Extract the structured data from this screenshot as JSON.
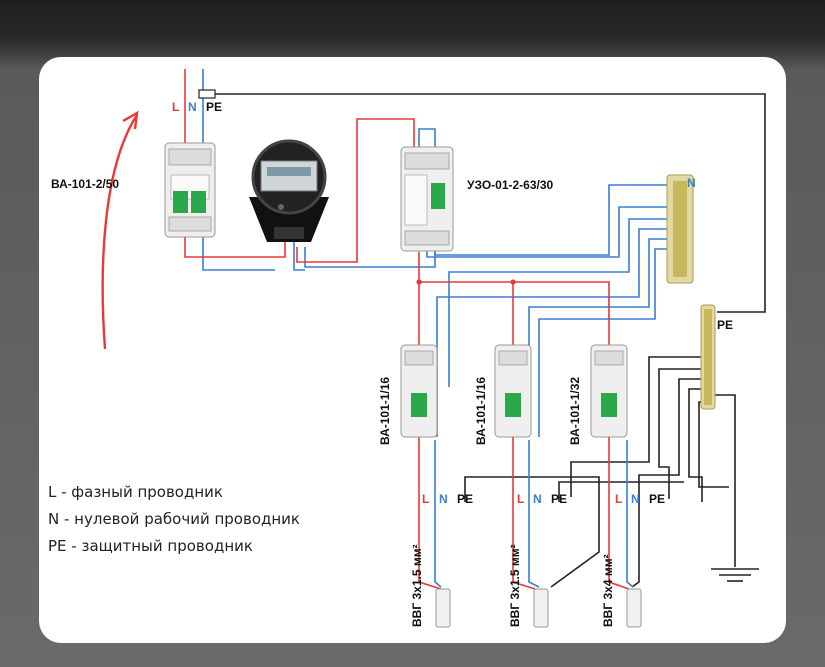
{
  "labels": {
    "main_breaker": "ВА-101-2/50",
    "rcd": "УЗО-01-2-63/30",
    "breaker_1": "ВА-101-1/16",
    "breaker_2": "ВА-101-1/16",
    "breaker_3": "ВА-101-1/32",
    "cable_1": "ВВГ 3х1.5 мм²",
    "cable_2": "ВВГ 3х1.5 мм²",
    "cable_3": "ВВГ 3х4 мм²",
    "bus_n": "N",
    "bus_pe": "PE",
    "input_l": "L",
    "input_n": "N",
    "input_pe": "PE",
    "out_l": "L",
    "out_n": "N",
    "out_pe": "PE"
  },
  "legend": {
    "l": "L - фазный проводник",
    "n": "N - нулевой рабочий проводник",
    "pe": "PE - защитный проводник"
  },
  "colors": {
    "phase": "#e8383a",
    "neutral": "#3a7fd0",
    "earth": "#222222",
    "breaker_green": "#2aa84a"
  }
}
